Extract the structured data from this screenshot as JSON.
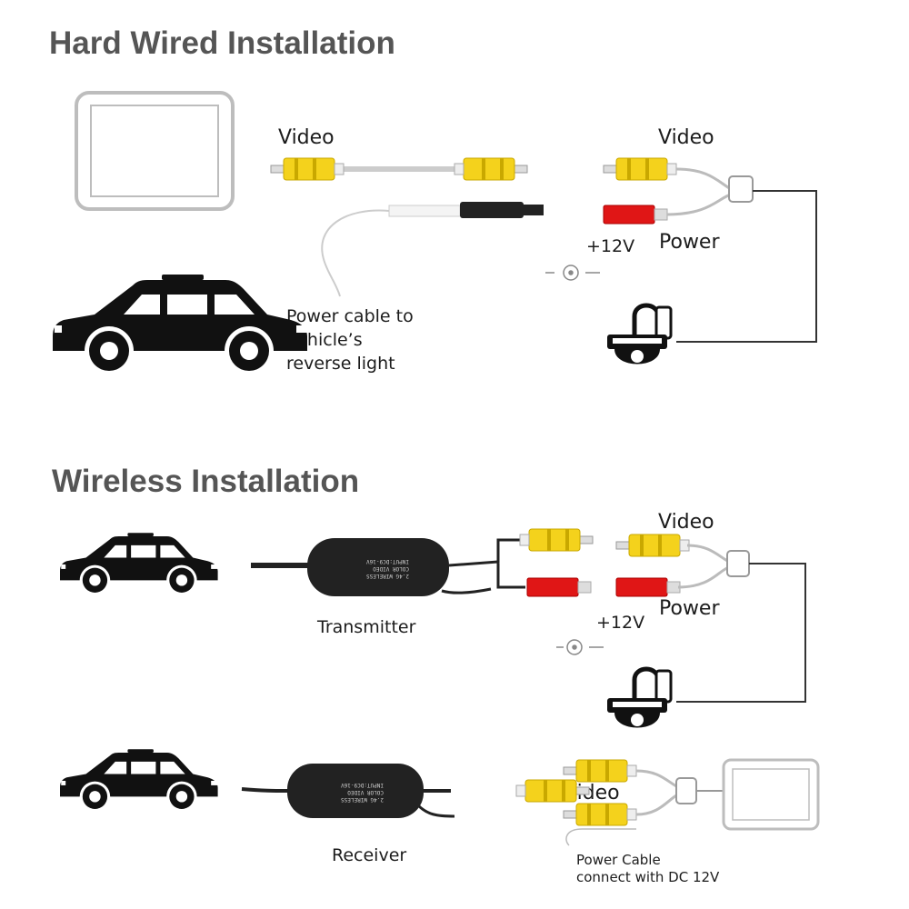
{
  "hardwired": {
    "title": "Hard Wired Installation",
    "monitor_label": "monitor",
    "video_label_left": "Video",
    "video_label_right": "Video",
    "power_label": "Power",
    "plus12v_label": "+12V",
    "reverse_note": [
      "Power cable to",
      "vehicle’s",
      "reverse light"
    ]
  },
  "wireless": {
    "title": "Wireless Installation",
    "transmitter_label": "Transmitter",
    "receiver_label": "Receiver",
    "video_label_top": "Video",
    "power_label": "Power",
    "plus12v_label": "+12V",
    "video_label_bottom": "Video",
    "monitor_label": "monitor",
    "power_cable_note": [
      "Power Cable",
      "connect with DC 12V"
    ],
    "device_print": [
      "2.4G WIRELESS",
      "COLOR VIDEO",
      "INPUT:DC9-16V"
    ]
  },
  "colors": {
    "rca_yellow": "#f4d21c",
    "dc_red": "#e01616",
    "wire": "#333333",
    "title_gray": "#555555"
  }
}
